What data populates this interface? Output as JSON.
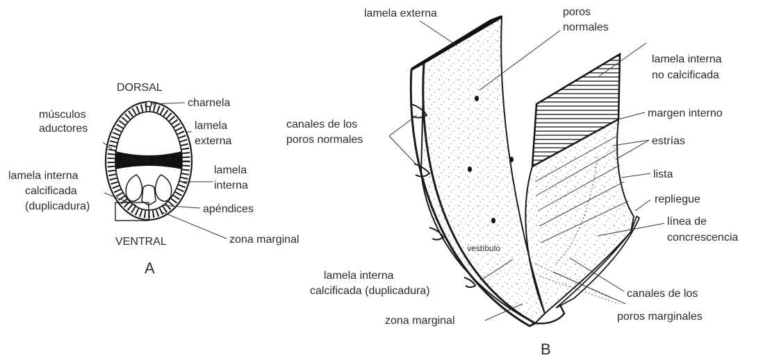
{
  "panel_a": {
    "letter": "A",
    "orientation": {
      "dorsal": "DORSAL",
      "ventral": "VENTRAL"
    },
    "labels": {
      "charnela": "charnela",
      "musculos_1": "músculos",
      "musculos_2": "aductores",
      "lamela_ext_1": "lamela",
      "lamela_ext_2": "externa",
      "lamela_int_1": "lamela",
      "lamela_int_2": "interna",
      "calc_1": "lamela interna",
      "calc_2": "calcificada",
      "calc_3": "(duplicadura)",
      "apendices": "apéndices",
      "zona": "zona marginal"
    }
  },
  "panel_b": {
    "letter": "B",
    "labels": {
      "lamela_externa": "lamela externa",
      "poros_1": "poros",
      "poros_2": "normales",
      "lamela_no_calc_1": "lamela interna",
      "lamela_no_calc_2": "no calcificada",
      "canales_normales_1": "canales de los",
      "canales_normales_2": "poros normales",
      "margen_interno": "margen interno",
      "estrias": "estrías",
      "lista": "lista",
      "repliegue": "repliegue",
      "linea_1": "línea de",
      "linea_2": "concrescencia",
      "vestibulo": "vestíbulo",
      "calc_1": "lamela interna",
      "calc_2": "calcificada (duplicadura)",
      "canales_marg_1": "canales de los",
      "canales_marg_2": "poros marginales",
      "zona_marginal": "zona marginal"
    }
  }
}
